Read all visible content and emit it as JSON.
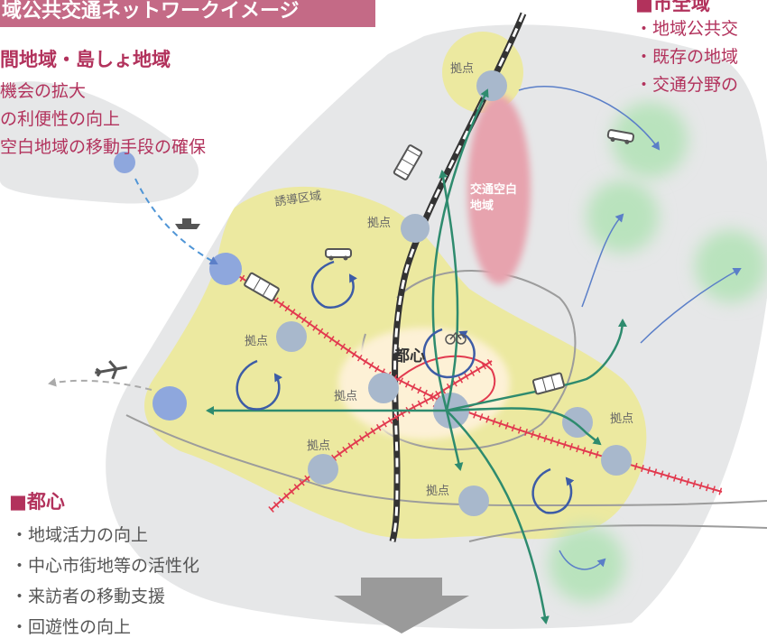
{
  "title": "域公共交通ネットワークイメージ",
  "island_region": {
    "heading": "間地域・島しょ地域",
    "items": [
      "機会の拡大",
      "の利便性の向上",
      "空白地域の移動手段の確保"
    ]
  },
  "city_region": {
    "heading": "■市全域",
    "items": [
      "・地域公共交",
      "・既存の地域",
      "・交通分野の"
    ]
  },
  "toshin_section": {
    "heading": "■都心",
    "items": [
      "・地域活力の向上",
      "・中心市街地等の活性化",
      "・来訪者の移動支援",
      "・回遊性の向上"
    ]
  },
  "map_labels": {
    "kyoten": "拠点",
    "yudo": "誘導区域",
    "kuuhaku_line1": "交通空白",
    "kuuhaku_line2": "地域",
    "toshin": "都心"
  },
  "colors": {
    "title_bg": "#c46a86",
    "accent": "#b2325c",
    "zone_yellow": "#ece9a0",
    "area_gray": "#e6e7e8",
    "green_blob": "#b9e3bd",
    "hub_blue": "#a8b8cc",
    "green_arrow": "#2e8b6e",
    "rail_red": "#e23a4f"
  }
}
